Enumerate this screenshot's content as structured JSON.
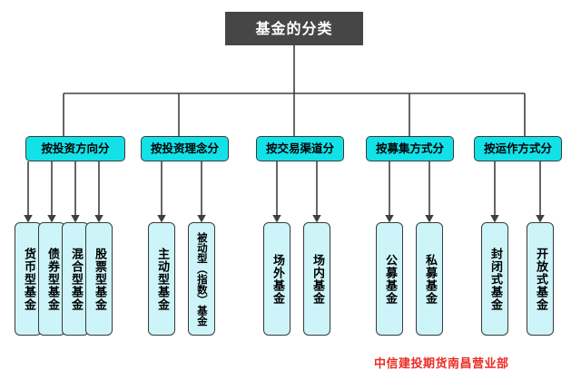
{
  "diagram": {
    "type": "org-tree",
    "root": {
      "label": "基金的分类",
      "fill_color": "#464646",
      "text_color": "#FFFFFF"
    },
    "category_fill_color": "#12E2E8",
    "leaf_fill_color": "#CCF4F9",
    "border_color": "#3A3A3A",
    "connector_color": "#404040",
    "categories": [
      {
        "label": "按投资方向分",
        "leaves": [
          {
            "label": "货币型基金"
          },
          {
            "label": "债券型基金"
          },
          {
            "label": "混合型基金"
          },
          {
            "label": "股票型基金"
          }
        ]
      },
      {
        "label": "按投资理念分",
        "leaves": [
          {
            "label": "主动型基金"
          },
          {
            "label": "被动型（指数）基金"
          }
        ]
      },
      {
        "label": "按交易渠道分",
        "leaves": [
          {
            "label": "场外基金"
          },
          {
            "label": "场内基金"
          }
        ]
      },
      {
        "label": "按募集方式分",
        "leaves": [
          {
            "label": "公募基金"
          },
          {
            "label": "私募基金"
          }
        ]
      },
      {
        "label": "按运作方式分",
        "leaves": [
          {
            "label": "封闭式基金"
          },
          {
            "label": "开放式基金"
          }
        ]
      }
    ]
  },
  "watermark": {
    "text": "中信建投期货南昌营业部",
    "color": "#EC2B24"
  }
}
